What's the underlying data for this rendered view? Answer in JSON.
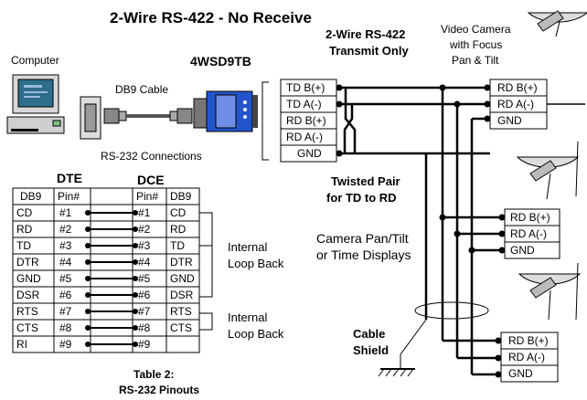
{
  "title": "2-Wire RS-422 - No Receive",
  "labels": {
    "computer": "Computer",
    "db9_cable": "DB9 Cable",
    "converter_model": "4WSD9TB",
    "rs232_connections": "RS-232 Connections",
    "transmit_only_1": "2-Wire RS-422",
    "transmit_only_2": "Transmit Only",
    "twisted_pair_1": "Twisted Pair",
    "twisted_pair_2": "for TD to RD",
    "camera_display_1": "Camera Pan/Tilt",
    "camera_display_2": "or Time Displays",
    "cable_shield_1": "Cable",
    "cable_shield_2": "Shield",
    "video_camera_1": "Video Camera",
    "video_camera_2": "with Focus",
    "video_camera_3": "Pan & Tilt",
    "internal_loop_back_1": "Internal",
    "internal_loop_back_2": "Loop Back",
    "table_caption_1": "Table 2:",
    "table_caption_2": "RS-232 Pinouts"
  },
  "converter_terminals": [
    "TD B(+)",
    "TD A(-)",
    "RD B(+)",
    "RD A(-)",
    "GND"
  ],
  "camera_terminals": [
    "RD B(+)",
    "RD A(-)",
    "GND"
  ],
  "pinout": {
    "dte_title": "DTE",
    "dce_title": "DCE",
    "headers": [
      "DB9",
      "Pin#",
      "Pin#",
      "DB9"
    ],
    "rows": [
      {
        "dte_sig": "CD",
        "dte_pin": "#1",
        "dce_pin": "#1",
        "dce_sig": "CD"
      },
      {
        "dte_sig": "RD",
        "dte_pin": "#2",
        "dce_pin": "#2",
        "dce_sig": "RD"
      },
      {
        "dte_sig": "TD",
        "dte_pin": "#3",
        "dce_pin": "#3",
        "dce_sig": "TD"
      },
      {
        "dte_sig": "DTR",
        "dte_pin": "#4",
        "dce_pin": "#4",
        "dce_sig": "DTR"
      },
      {
        "dte_sig": "GND",
        "dte_pin": "#5",
        "dce_pin": "#5",
        "dce_sig": "GND"
      },
      {
        "dte_sig": "DSR",
        "dte_pin": "#6",
        "dce_pin": "#6",
        "dce_sig": "DSR"
      },
      {
        "dte_sig": "RTS",
        "dte_pin": "#7",
        "dce_pin": "#7",
        "dce_sig": "RTS"
      },
      {
        "dte_sig": "CTS",
        "dte_pin": "#8",
        "dce_pin": "#8",
        "dce_sig": "CTS"
      },
      {
        "dte_sig": "RI",
        "dte_pin": "#9",
        "dce_pin": "#9",
        "dce_sig": ""
      }
    ]
  },
  "colors": {
    "monitor_screen": "#2e6e8a",
    "converter_blue": "#2255cc",
    "camera_body": "#bbbbbb"
  }
}
